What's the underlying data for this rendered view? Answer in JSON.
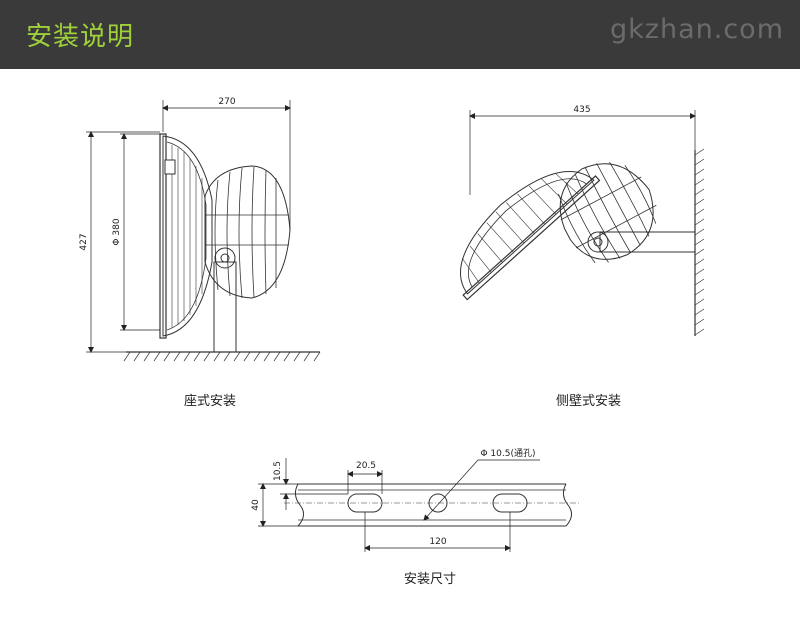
{
  "header": {
    "title": "安装说明",
    "watermark": "gkzhan.com"
  },
  "seat_mount": {
    "caption": "座式安装",
    "dim_width": "270",
    "dim_height": "427",
    "dim_diameter": "Φ 380"
  },
  "wall_mount": {
    "caption": "侧壁式安装",
    "dim_width": "435"
  },
  "mounting_size": {
    "caption": "安装尺寸",
    "dim_slot_width": "20.5",
    "dim_slot_height": "10.5",
    "dim_bracket_height": "40",
    "dim_hole": "Φ 10.5(通孔)",
    "dim_spacing": "120"
  }
}
